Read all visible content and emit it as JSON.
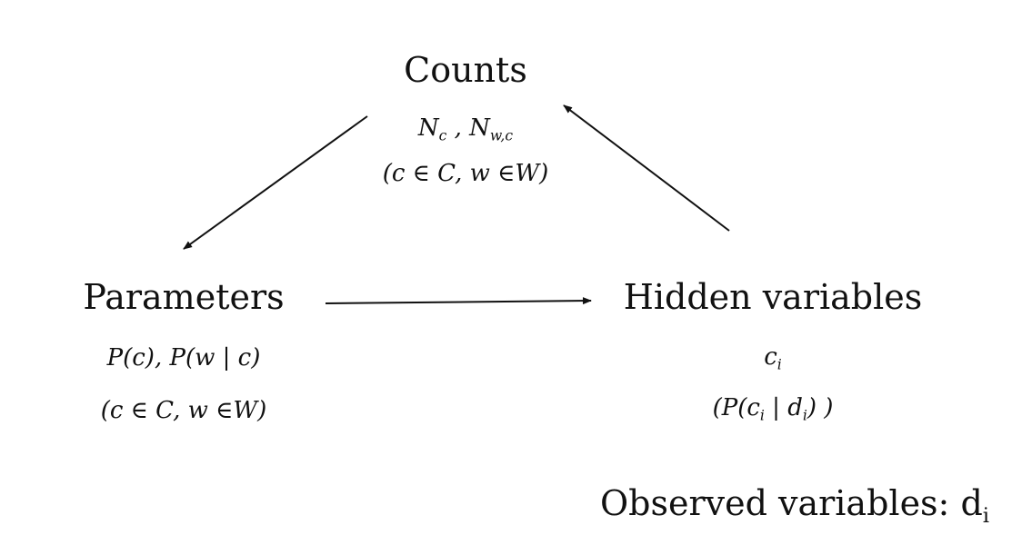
{
  "counts": {
    "title": "Counts",
    "symbol_1": "N",
    "symbol_1_sub": "c",
    "separator": " , ",
    "symbol_2": "N",
    "symbol_2_sub": "w,c",
    "domain": "(c ∈ C, w ∈W)"
  },
  "parameters": {
    "title": "Parameters",
    "probs": "P(c), P(w | c)",
    "domain": "(c ∈ C, w ∈W)"
  },
  "hidden": {
    "title": "Hidden variables",
    "var": "c",
    "var_sub": "i",
    "prob_open": "(P(c",
    "prob_sub1": "i",
    "prob_mid": " | d",
    "prob_sub2": "i",
    "prob_close": ") )"
  },
  "observed": {
    "label": "Observed variables: d",
    "sub": "i"
  },
  "colors": {
    "text": "#111111",
    "arrow": "#111111",
    "background": "#ffffff"
  }
}
